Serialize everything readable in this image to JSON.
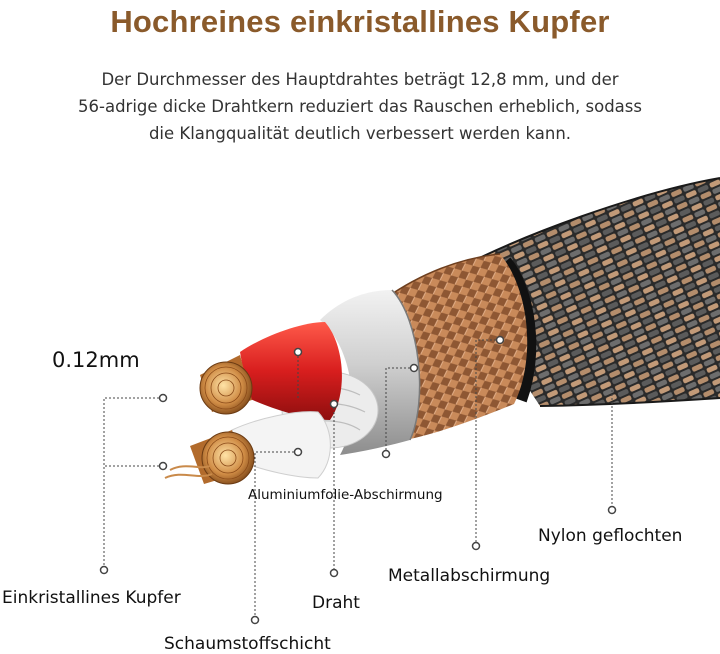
{
  "title": "Hochreines einkristallines Kupfer",
  "description": [
    "Der Durchmesser des Hauptdrahtes beträgt 12,8 mm, und der",
    "56-adrige dicke Drahtkern reduziert das Rauschen erheblich, sodass",
    "die Klangqualität deutlich verbessert werden kann."
  ],
  "labels": {
    "strand_size": "0.12mm",
    "copper": "Einkristallines Kupfer",
    "foam": "Schaumstoffschicht",
    "wire": "Draht",
    "foil": "Aluminiumfolie-Abschirmung",
    "metal_shield": "Metallabschirmung",
    "nylon": "Nylon geflochten"
  },
  "colors": {
    "title": "#8a5a2b",
    "braid": "#a8714a",
    "jacket": "#2b2b2b",
    "red_insulation": "#d81e1e",
    "foil": "#c9c9c9",
    "copper_core": "#c9803c"
  }
}
